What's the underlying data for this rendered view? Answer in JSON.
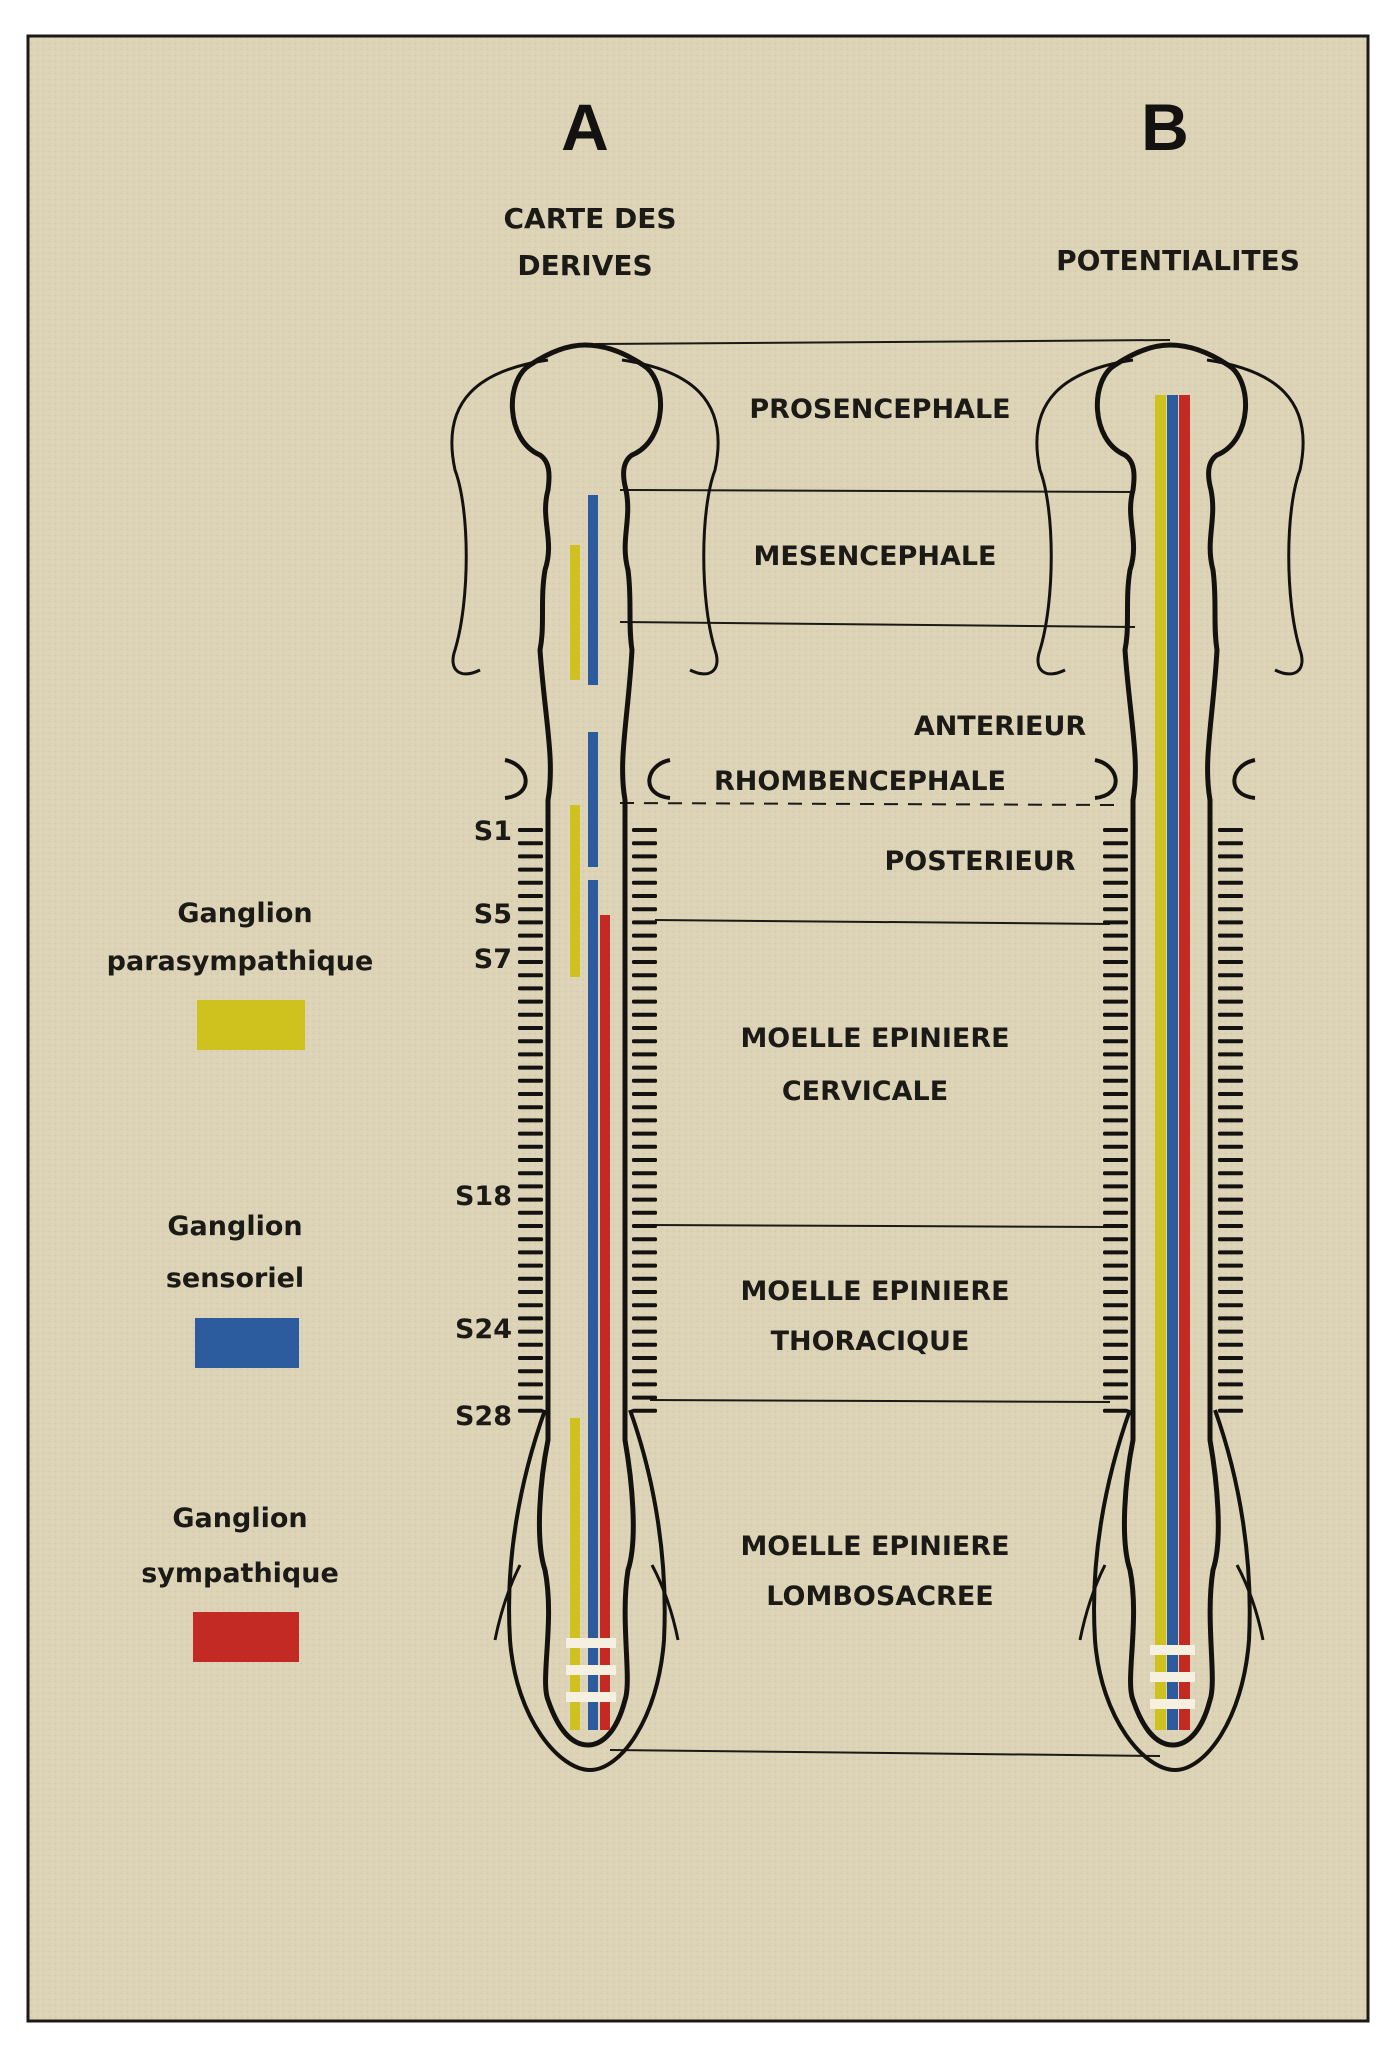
{
  "panels": {
    "a": {
      "letter": "A",
      "title_line1": "CARTE DES",
      "title_line2": "DERIVES"
    },
    "b": {
      "letter": "B",
      "title": "POTENTIALITES"
    }
  },
  "regions": {
    "prosencephale": "PROSENCEPHALE",
    "mesencephale": "MESENCEPHALE",
    "anterieur": "ANTERIEUR",
    "rhombencephale": "RHOMBENCEPHALE",
    "posterieur": "POSTERIEUR",
    "cervicale_line1": "MOELLE EPINIERE",
    "cervicale_line2": "CERVICALE",
    "thoracique_line1": "MOELLE EPINIERE",
    "thoracique_line2": "THORACIQUE",
    "lombosacree_line1": "MOELLE EPINIERE",
    "lombosacree_line2": "LOMBOSACREE"
  },
  "somites": [
    "S1",
    "S5",
    "S7",
    "S18",
    "S24",
    "S28"
  ],
  "legend": [
    {
      "line1": "Ganglion",
      "line2": "parasympathique",
      "color": "#cfc21e"
    },
    {
      "line1": "Ganglion",
      "line2": "sensoriel",
      "color": "#2c5b9e"
    },
    {
      "line1": "Ganglion",
      "line2": "sympathique",
      "color": "#c42a24"
    }
  ],
  "colors": {
    "background": "#ddd4b7",
    "frame": "#1c1a16",
    "parasympathetic": "#cfc21e",
    "sensory": "#2c5b9e",
    "sympathetic": "#c42a24"
  }
}
